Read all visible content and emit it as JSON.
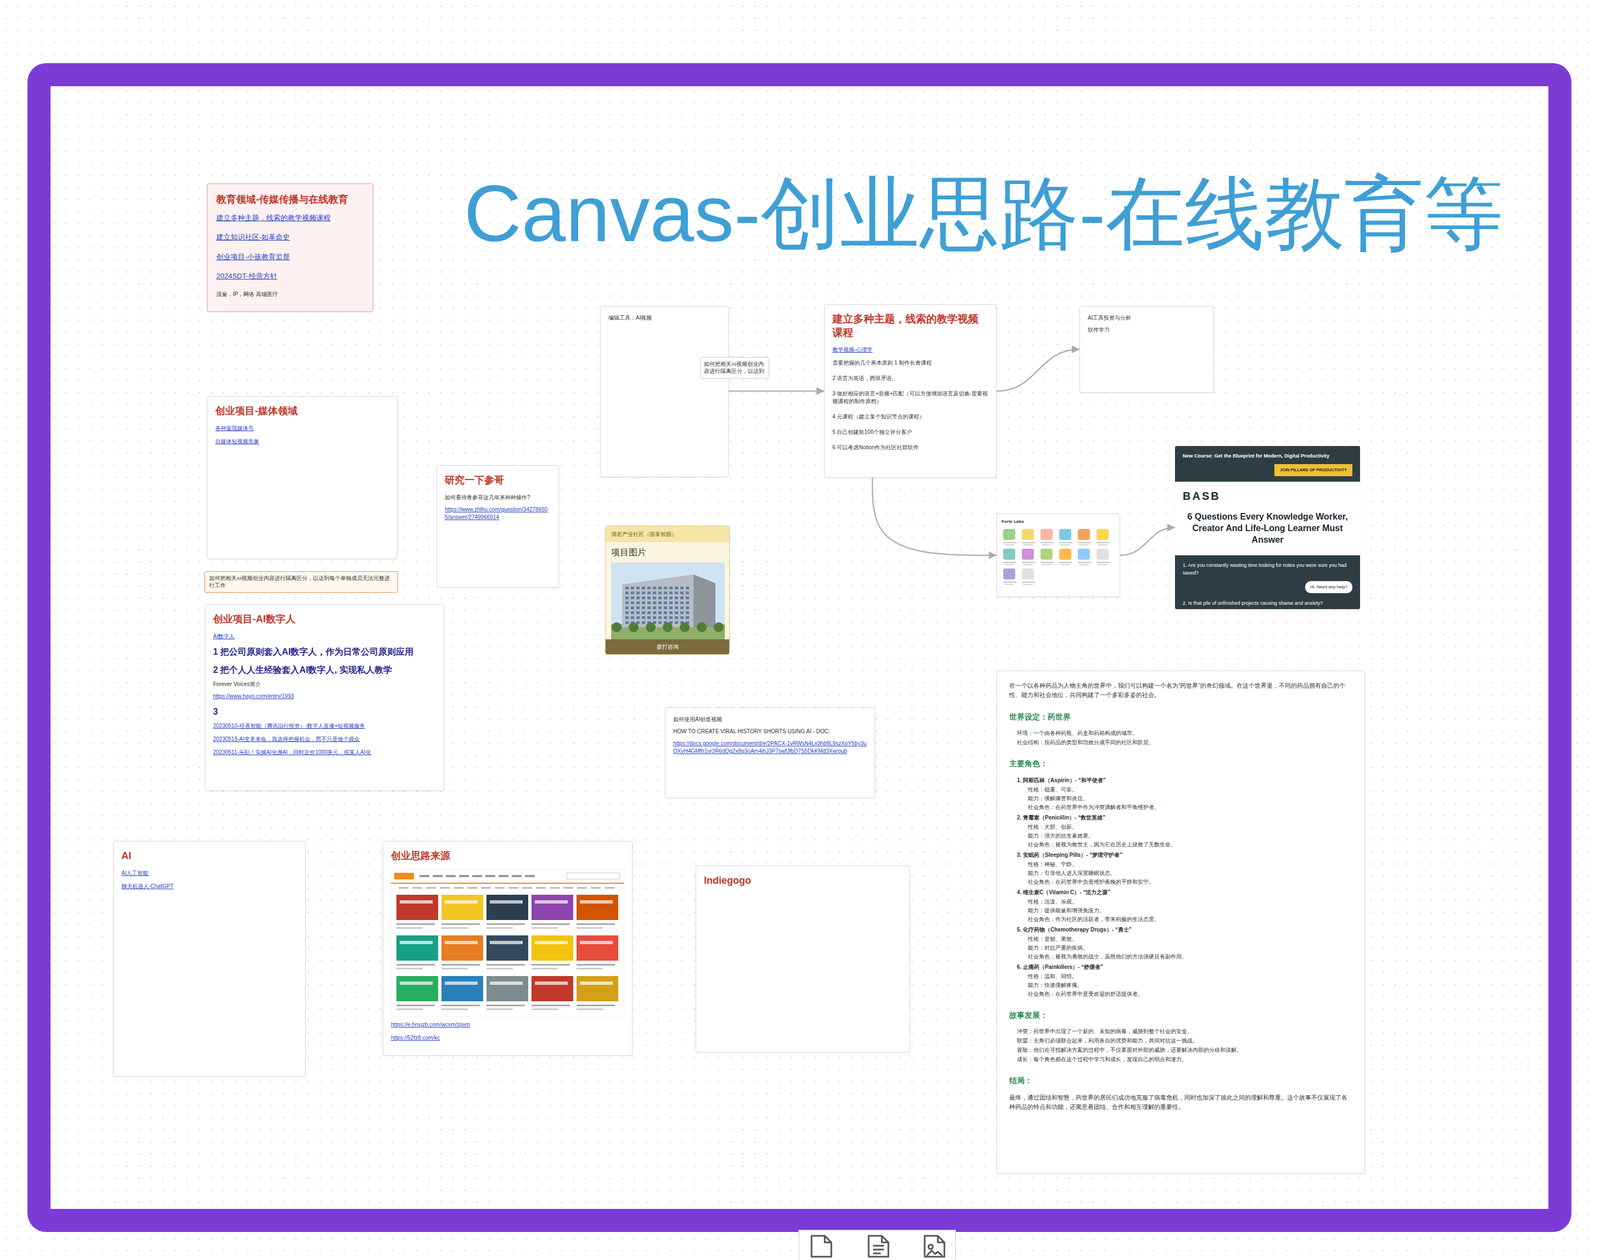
{
  "diagram": {
    "title": "Canvas-创业思路-在线教育等",
    "nodes": [
      {
        "text": [
          "教育领域-传媒传播与在线教育",
          "建立多种主题，线索的教学视频课程",
          "建立知识社区-如革命史",
          "创业项目-小孩教育监督",
          "2024SDT-经营方针",
          "流量，IP，网络 高端医疗"
        ]
      },
      {
        "text": [
          "编辑工具：AI视频"
        ]
      },
      {
        "text": [
          "如何把相关AI视频创业内容进行隔离区分，以达到"
        ]
      },
      {
        "text": [
          "建立多种主题，线索的教学视频课程",
          "教学视频-心理学",
          "需要把握的几个基本原则 1 制作长青课程",
          "2 语言为英语，西班牙语,",
          "3 做好相应的语言+音频+匹配（可以方便增加语言及切换-需要视频课程的制作原档）",
          "4 元课程（建立某个知识节点的课程）",
          "5 自己创建前100个独立评分客户",
          "6 可以考虑Notion作为社区社群软件"
        ]
      },
      {
        "text": [
          "AI工具投资与分析",
          "软件学习"
        ]
      },
      {
        "text": [
          "创业项目-媒体领域",
          "各种返现媒体号",
          "自媒体短视频形象"
        ]
      },
      {
        "text": [
          "研究一下参哥",
          "如何看待青参哥这几年来种种操作?",
          "https://www.zhihu.com/question/342786505/answer/2749966914"
        ]
      },
      {
        "text": [
          "滴若产业社区（国泰智园）",
          "项目图片",
          "拨打咨询"
        ]
      },
      {
        "text": [
          "Forte Labs"
        ]
      },
      {
        "text": [
          "New Course: Get the Blueprint for Modern, Digital Productivity",
          "JOIN PILLARS OF PRODUCTIVITY",
          "BASB",
          "6 Questions Every Knowledge Worker, Creator And Life-Long Learner Must Answer",
          "1. Are you constantly wasting time looking for notes you were sure you had saved?",
          "Hi. Need any help?",
          "2. Is that pile of unfinished projects causing shame and anxiety?"
        ]
      },
      {
        "text": [
          "如何把相关AI视频创业内容进行隔离区分，以达到每个单独成员无法完整进行工作"
        ]
      },
      {
        "text": [
          "创业项目-AI数字人",
          "AI数字人",
          "1 把公司原则套入AI数字人，作为日常公司原则应用",
          "2 把个人人生经验套入AI数字人, 实现私人教学",
          "Forever Voices简介",
          "https://www.hayo.com/entry/1993",
          "3",
          "20230510-经喜智能（腾讯旧行投资）-数字人直播+短视频服务",
          "20230515-AI变革来临，我选择把握机会，而不只是做个观众",
          "20230511-乐刻！实操AI化身AI，同时定价1000美元，或某人AI化"
        ]
      },
      {
        "text": [
          "如何使用AI创造视频",
          "HOW TO CREATE VIRAL HISTORY SHORTS USING AI - DOC:",
          "https://docs.google.com/document/d/e/2PACX-1vRWsN4Lx3hb9L9szXoY5by3uQXvH4GMfh1vr3R6dQq2x8q3oAm4ihJ3P7swfJfbD7S5DkKMd3Xw/pub"
        ]
      },
      {
        "text": [
          "在一个以各种药品为人物主角的世界中，我们可以构建一个名为“药世界”的奇幻领域。在这个世界里，不同的药品拥有自己的个性、能力和社会地位，共同构建了一个多彩多姿的社会。",
          "世界设定：药世界",
          "环境：一个由各种药瓶、药盒和药箱构成的城市。",
          "社会结构：按药品的类型和功效分成不同的社区和阶层。",
          "主要角色：",
          "1. 阿斯匹林（Aspirin）- “和平使者”",
          "性格：稳重、可靠。",
          "能力：缓解痛苦和炎症。",
          "社会角色：在药世界中作为冲突调解者和平衡维护者。",
          "2. 青霉素（Penicillin）- “救世英雄”",
          "性格：大胆、创新。",
          "能力：强大的抗生素效果。",
          "社会角色：被视为救世主，因为它在历史上拯救了无数生命。",
          "3. 安眠药（Sleeping Pills）- “梦境守护者”",
          "性格：神秘、宁静。",
          "能力：引导他人进入深度睡眠状态。",
          "社会角色：在药世界中负责维护夜晚的平静和安宁。",
          "4. 维生素C（Vitamin C）- “活力之源”",
          "性格：活泼、乐观。",
          "能力：提供能量和增强免疫力。",
          "社会角色：作为社区的活跃者，带来积极的生活态度。",
          "5. 化疗药物（Chemotherapy Drugs）- “勇士”",
          "性格：坚韧、果敢。",
          "能力：对抗严重的疾病。",
          "社会角色：被视为勇敢的战士，虽然他们的方法强硬且有副作用。",
          "6. 止痛药（Painkillers）- “舒缓者”",
          "性格：温和、同情。",
          "能力：快速缓解疼痛。",
          "社会角色：在药世界中是受欢迎的舒适提供者。",
          "故事发展：",
          "冲突：药世界中出现了一个新的、未知的病毒，威胁到整个社会的安全。",
          "联盟：主角们必须联合起来，利用各自的优势和能力，共同对抗这一挑战。",
          "冒险：他们在寻找解决方案的过程中，不仅要面对外部的威胁，还要解决内部的分歧和误解。",
          "成长：每个角色都在这个过程中学习和成长，发现自己的弱点和潜力。",
          "结局：",
          "最终，通过团结和智慧，药世界的居民们成功地克服了病毒危机，同时也加深了彼此之间的理解和尊重。这个故事不仅展现了各种药品的特点和功能，还寓意着团结、合作和相互理解的重要性。"
        ]
      },
      {
        "text": [
          "AI",
          "AI人工智能",
          "聊天机器人-ChatGPT"
        ]
      },
      {
        "text": [
          "创业思路来源",
          "https://e.hnsjzb.com/wcxm/zpxm",
          "https://52fz8.com/kc"
        ]
      },
      {
        "text": [
          "Indiegogo"
        ]
      }
    ],
    "edges": [
      {
        "from": 1,
        "to": 3,
        "arrow": "to"
      },
      {
        "from": 3,
        "to": 4,
        "arrow": "to"
      },
      {
        "from": 3,
        "to": 8,
        "arrow": "to"
      },
      {
        "from": 8,
        "to": 9,
        "arrow": "to"
      }
    ]
  }
}
